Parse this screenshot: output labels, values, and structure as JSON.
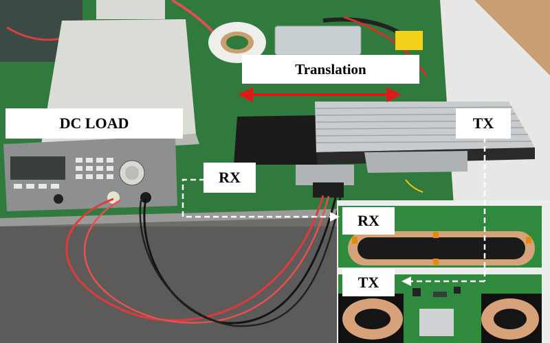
{
  "labels": {
    "dc_load": "DC LOAD",
    "translation": "Translation",
    "tx_top": "TX",
    "rx_top": "RX",
    "rx_inset": "RX",
    "tx_inset": "TX"
  },
  "colors": {
    "bench_green": "#2f7a3c",
    "wire_red": "#e03a3a",
    "arrow_red": "#e01818",
    "coil_copper": "#d7a27a",
    "pcb_green": "#2f8a3e",
    "dashed_white": "#ffffff"
  }
}
